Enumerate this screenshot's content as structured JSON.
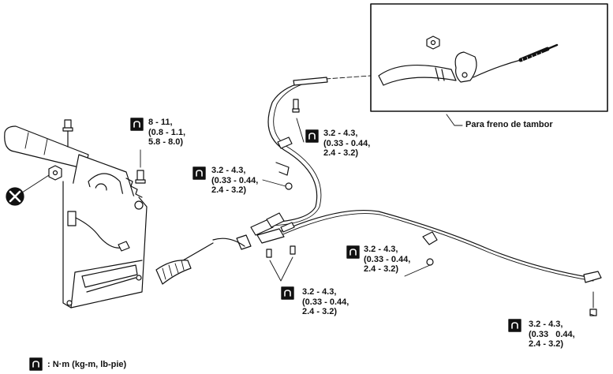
{
  "inset": {
    "label": "Para freno de tambor"
  },
  "torque_labels": [
    {
      "l1": "8 - 11,",
      "l2": "(0.8 - 1.1,",
      "l3": "5.8 - 8.0)"
    },
    {
      "l1": "3.2 - 4.3,",
      "l2": "(0.33 - 0.44,",
      "l3": "2.4 - 3.2)"
    },
    {
      "l1": "3.2 - 4.3,",
      "l2": "(0.33 - 0.44,",
      "l3": "2.4 - 3.2)"
    },
    {
      "l1": "3.2 - 4.3,",
      "l2": "(0.33 - 0.44,",
      "l3": "2.4 - 3.2)"
    },
    {
      "l1": "3.2 - 4.3,",
      "l2": "(0.33 - 0.44,",
      "l3": "2.4 - 3.2)"
    },
    {
      "l1": "3.2 - 4.3,",
      "l2": "(0.33   0.44,",
      "l3": "2.4 - 3.2)"
    }
  ],
  "legend": {
    "text": ": N·m (kg-m, lb-pie)"
  },
  "icons": {
    "torque": "torque-wrench-icon",
    "replace": "do-not-reuse-x-icon"
  },
  "colors": {
    "ink": "#111111",
    "paper": "#ffffff"
  }
}
